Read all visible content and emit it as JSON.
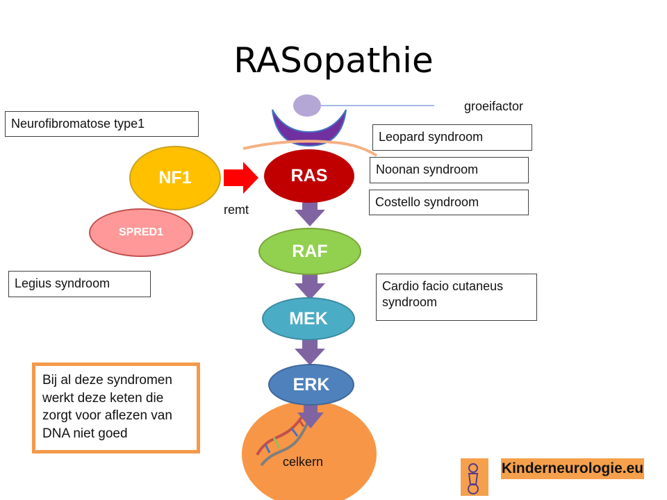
{
  "title": "RASopathie",
  "labels": {
    "groeifactor": "groeifactor",
    "remt": "remt",
    "celkern": "celkern"
  },
  "boxes": {
    "nf_type1": "Neurofibromatose type1",
    "leopard": "Leopard syndroom",
    "noonan": "Noonan syndroom",
    "costello": "Costello  syndroom",
    "legius": "Legius syndroom",
    "cfc": "Cardio facio cutaneus syndroom"
  },
  "nodes": {
    "nf1": "NF1",
    "spred1": "SPRED1",
    "ras": "RAS",
    "raf": "RAF",
    "mek": "MEK",
    "erk": "ERK"
  },
  "note": "Bij al deze syndromen werkt deze keten die zorgt voor aflezen van DNA niet goed",
  "logo": "Kinderneurologie.eu",
  "colors": {
    "nf1": "#ffc000",
    "spred1": "#ff9999",
    "ras": "#c00000",
    "raf": "#92d050",
    "mek": "#4bacc6",
    "erk": "#4f81bd",
    "nucleus": "#f79646",
    "arrow": "#8064a2",
    "inhibit_arrow": "#ff0000",
    "receptor": "#7030a0",
    "ligand": "#b4a7d6",
    "membrane": "#f4b183",
    "note_border": "#f39a4a"
  },
  "icons": {
    "dna": "dna-helix-icon",
    "logo": "kinderneurologie-logo-icon"
  }
}
